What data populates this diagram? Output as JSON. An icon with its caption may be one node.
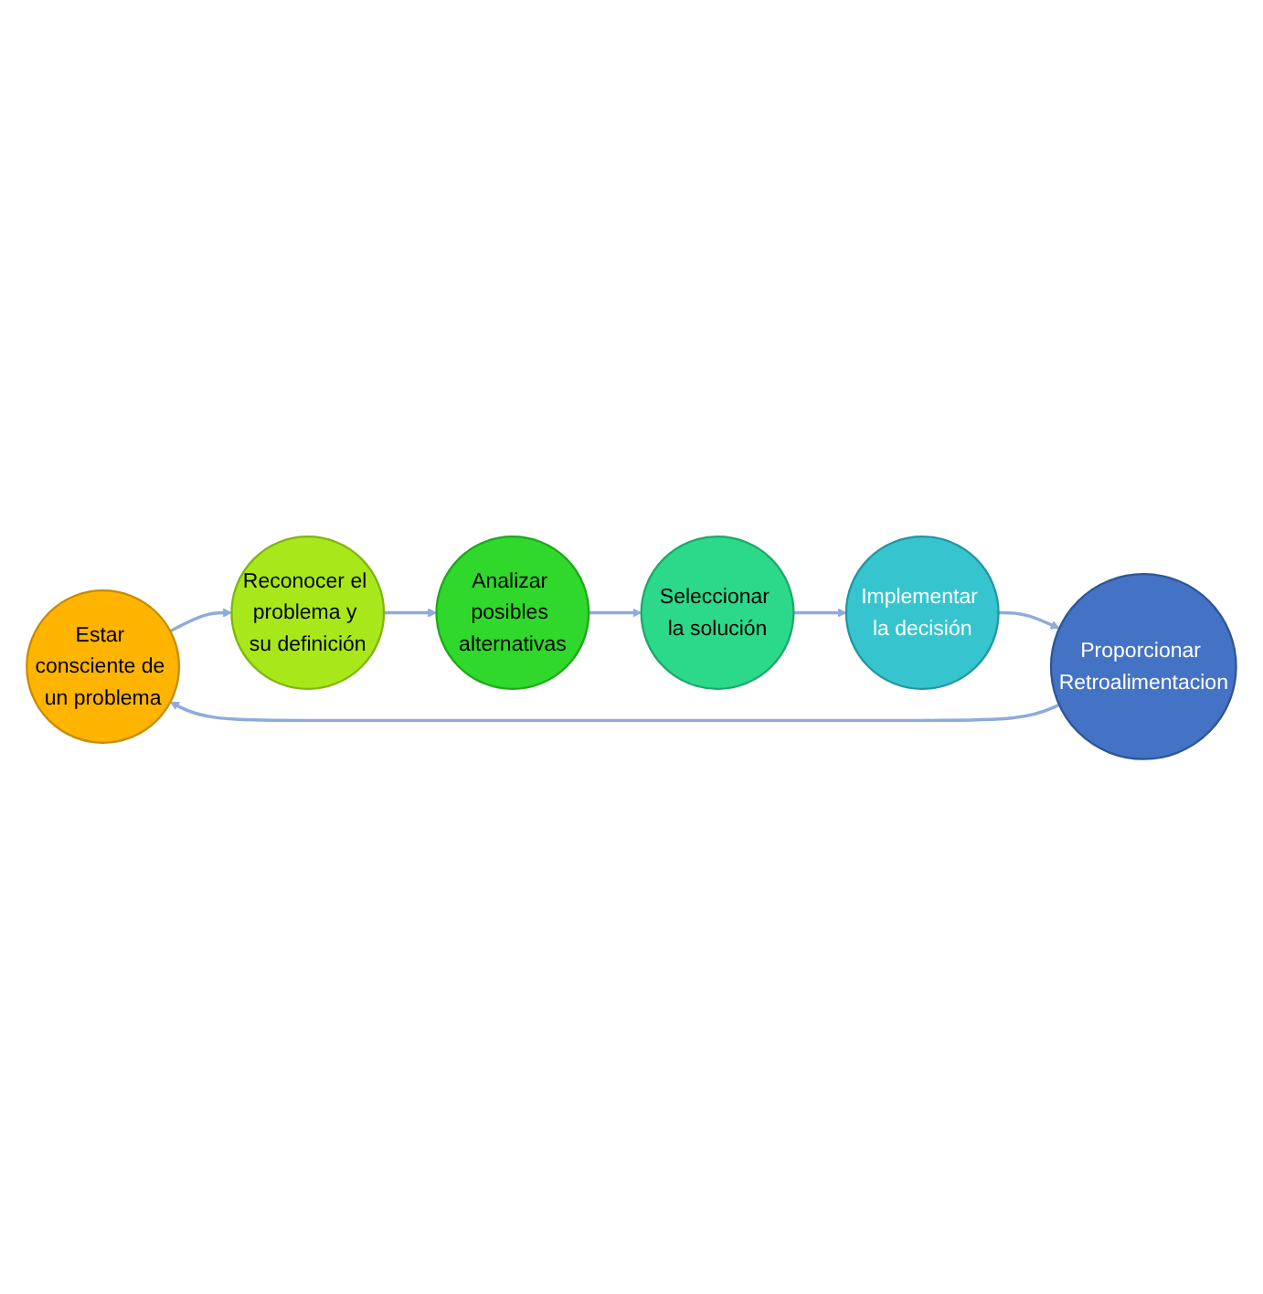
{
  "diagram": {
    "nodes": [
      {
        "text": [
          "Estar consciente de un problema"
        ]
      },
      {
        "text": [
          "Reconocer el problema y su definición"
        ]
      },
      {
        "text": [
          "Analizar posibles alternativas"
        ]
      },
      {
        "text": [
          "Seleccionar la solución"
        ]
      },
      {
        "text": [
          "Implementar la decisión"
        ]
      },
      {
        "text": [
          "Proporcionar Retroalimentacion"
        ]
      }
    ],
    "edges": [
      {
        "from": 0,
        "to": 1,
        "arrow": "to"
      },
      {
        "from": 1,
        "to": 2,
        "arrow": "to"
      },
      {
        "from": 2,
        "to": 3,
        "arrow": "to"
      },
      {
        "from": 3,
        "to": 4,
        "arrow": "to"
      },
      {
        "from": 4,
        "to": 5,
        "arrow": "to"
      },
      {
        "from": 5,
        "to": 0,
        "arrow": "to"
      }
    ]
  }
}
